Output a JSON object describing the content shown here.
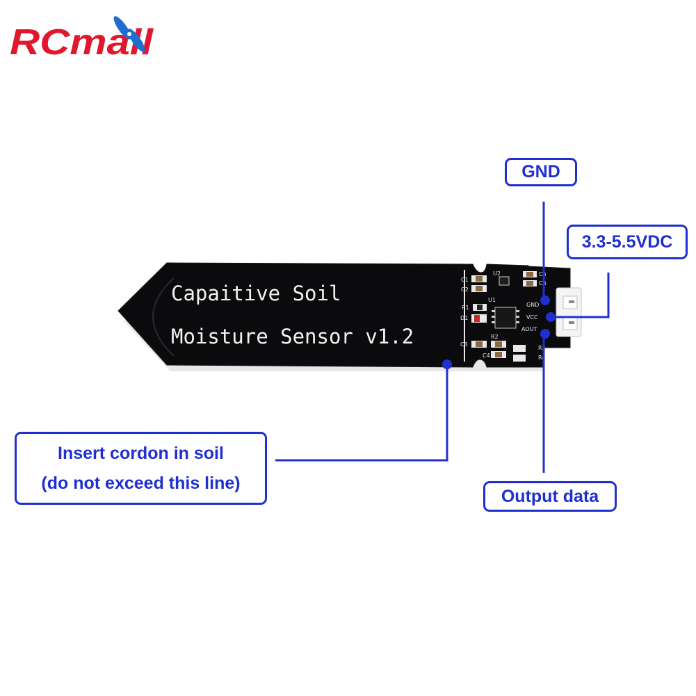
{
  "logo": {
    "text": "RCmall"
  },
  "board": {
    "title_line1": "Capaitive Soil",
    "title_line2": "Moisture Sensor v1.2",
    "components": [
      "C1",
      "C2",
      "R1",
      "D1",
      "C3",
      "U2",
      "U1",
      "R2",
      "C4",
      "C5",
      "C6",
      "R3",
      "R4"
    ],
    "pins": [
      "GND",
      "VCC",
      "AOUT"
    ]
  },
  "callouts": {
    "gnd": "GND",
    "vcc": "3.3-5.5VDC",
    "output": "Output data",
    "soil_line1": "Insert cordon in soil",
    "soil_line2": "(do not exceed this line)"
  },
  "colors": {
    "accent": "#1f2fd0",
    "board": "#0b0b0d",
    "logo_red": "#e0182d",
    "logo_blue": "#1f6fd0"
  }
}
